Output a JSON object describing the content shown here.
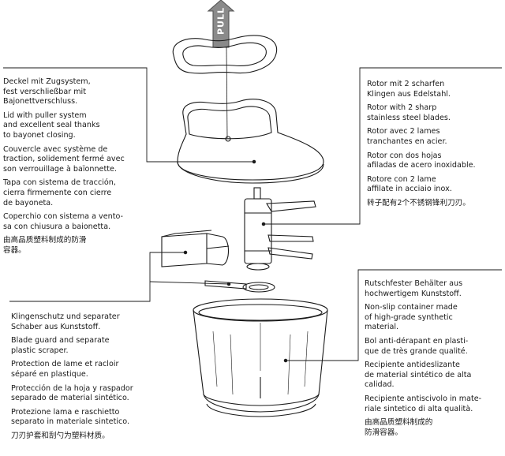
{
  "labels": {
    "puller": "PULL",
    "lid": [
      "Deckel mit Zugsystem,\nfest verschließbar mit\nBajonettverschluss.",
      "Lid with puller system\nand excellent seal thanks\nto bayonet closing.",
      "Couvercle avec système de\ntraction, solidement fermé avec\nson verrouillage à baïonnette.",
      "Tapa con sistema de tracción,\ncierra firmemente con cierre\nde bayoneta.",
      "Coperchio con sistema a vento-\nsa con chiusura a baionetta.",
      "由高品质塑料制成的防滑\n容器。"
    ],
    "rotor": [
      "Rotor mit 2 scharfen\nKlingen aus Edelstahl.",
      "Rotor with 2 sharp\nstainless steel blades.",
      "Rotor avec 2 lames\ntranchantes en acier.",
      "Rotor con dos hojas\nafiladas de acero inoxidable.",
      "Rotore con 2 lame\naffilate in acciaio inox.",
      "转子配有2个不锈钢锋利刀刃。"
    ],
    "blade_guard": [
      "Klingenschutz und separater\nSchaber aus Kunststoff.",
      "Blade guard and separate\nplastic scraper.",
      "Protection de lame et racloir\nséparé en plastique.",
      "Protección de la hoja y raspador\nseparado de material sintético.",
      "Protezione lama e raschietto\nseparato in materiale sintetico.",
      "刀刃护套和刮勺为塑料材质。"
    ],
    "container": [
      "Rutschfester Behälter aus\nhochwertigem Kunststoff.",
      "Non-slip container made\nof high-grade synthetic\nmaterial.",
      "Bol anti-dérapant en plasti-\nque de très grande qualité.",
      "Recipiente antideslizante\nde material sintético de alta\ncalidad.",
      "Recipiente antiscivolo in mate-\nriale sintetico di alta qualità.",
      "由高品质塑料制成的\n防滑容器。"
    ]
  }
}
